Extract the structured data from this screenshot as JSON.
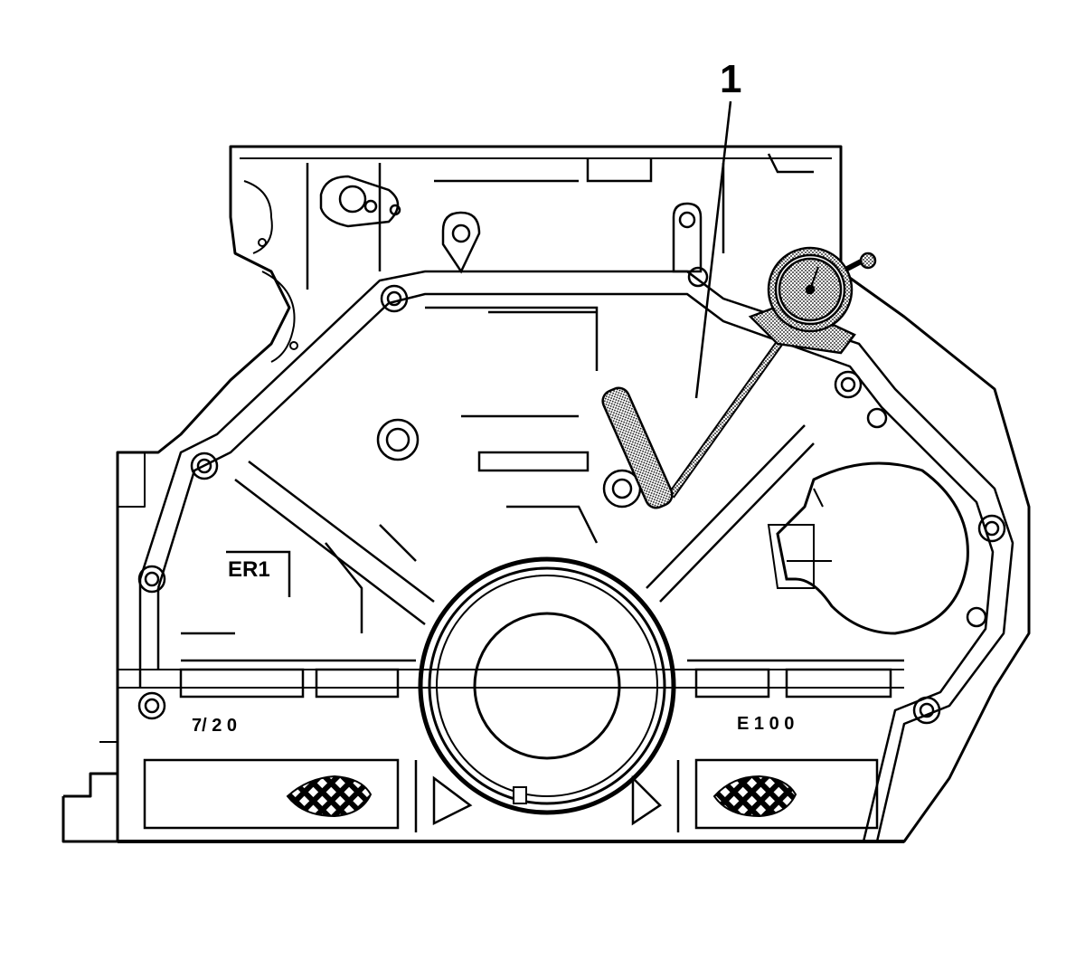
{
  "figure": {
    "callouts": [
      {
        "label": "1"
      }
    ],
    "casting_marks": {
      "er_mark": "ER1",
      "number_mark": "7/ 2 0",
      "right_mark": "E 1 0 0"
    }
  }
}
